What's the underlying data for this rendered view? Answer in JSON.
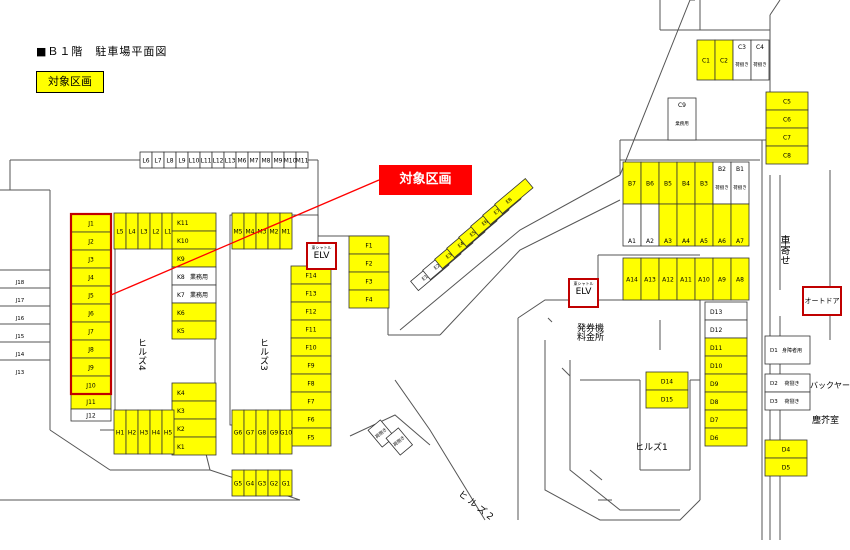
{
  "header": {
    "title": "■Ｂ１階　駐車場平面図",
    "legend_label": "対象区画",
    "callout_label": "対象区画"
  },
  "colors": {
    "target": "#ffff00",
    "callout": "#ff0000",
    "highlight": "#c00000",
    "line": "#333333"
  },
  "labels": {
    "elv_sub": "東シャトル",
    "elv": "ELV",
    "elv2_sub": "東シャトル",
    "elv2": "ELV",
    "auto_door": "オートドア",
    "ticket": "発券機\n料金所",
    "hills4": "ヒルズ4",
    "hills3": "ヒルズ3",
    "hills1": "ヒルズ1",
    "hills2": "ヒ ル ズ 2",
    "kuruma_yose": "車寄せ",
    "back_yard": "バックヤー",
    "kura_shitsu": "塵芥室"
  },
  "spaces": {
    "target": [
      "L5",
      "L4",
      "L3",
      "L2",
      "L1",
      "K11",
      "K10",
      "K9",
      "K6",
      "K5",
      "K4",
      "K3",
      "K2",
      "K1",
      "H1",
      "H2",
      "H3",
      "H4",
      "H5",
      "M5",
      "M4",
      "M3",
      "M2",
      "M1",
      "F14",
      "F13",
      "F12",
      "F11",
      "F10",
      "F9",
      "F8",
      "F7",
      "F6",
      "F5",
      "G6",
      "G7",
      "G8",
      "G9",
      "G10",
      "G5",
      "G4",
      "G3",
      "G2",
      "G1",
      "F1",
      "F2",
      "F3",
      "F4",
      "E3",
      "E4",
      "E5",
      "E6",
      "E7",
      "E8",
      "C1",
      "C2",
      "C5",
      "C6",
      "C7",
      "C8",
      "B7",
      "B6",
      "B5",
      "B4",
      "B3",
      "A3",
      "A4",
      "A5",
      "A6",
      "A7",
      "A14",
      "A13",
      "A12",
      "A11",
      "A10",
      "A9",
      "A8",
      "D14",
      "D15",
      "D11",
      "D10",
      "D9",
      "D8",
      "D7",
      "D6",
      "D4",
      "D5",
      "J1",
      "J2",
      "J3",
      "J4",
      "J5",
      "J6",
      "J7",
      "J8",
      "J9",
      "J10",
      "J11"
    ],
    "other": [
      "L6",
      "L7",
      "L8",
      "L9",
      "L10",
      "L11",
      "L12",
      "L13",
      "M6",
      "M7",
      "M8",
      "M9",
      "M10",
      "M11",
      "K8 業務用",
      "K7 業務用",
      "C3 荷捌き",
      "C4 荷捌き",
      "C9 業務用",
      "B2 荷捌き",
      "B1 荷捌き",
      "A1",
      "A2",
      "E1 荷捌き",
      "E2 荷捌き",
      "D13",
      "D12",
      "D1 身障者用",
      "D2 荷捌き",
      "D3 荷捌き",
      "J12",
      "J13",
      "J14",
      "J15",
      "J16",
      "J17",
      "J18"
    ],
    "highlighted_group": [
      "J1",
      "J2",
      "J3",
      "J4",
      "J5",
      "J6",
      "J7",
      "J8",
      "J9",
      "J10"
    ],
    "nlabels": {
      "J1": "J1",
      "J2": "J2",
      "J3": "J3",
      "J4": "J4",
      "J5": "J5",
      "J6": "J6",
      "J7": "J7",
      "J8": "J8",
      "J9": "J9",
      "J10": "J10",
      "J11": "J11",
      "J12": "J12",
      "J13": "J13",
      "J14": "J14",
      "J15": "J15",
      "J16": "J16",
      "J17": "J17",
      "J18": "J18",
      "K11": "K11",
      "K10": "K10",
      "K9": "K9",
      "K8": "K8",
      "K8t": "業務用",
      "K7": "K7",
      "K7t": "業務用",
      "K6": "K6",
      "K5": "K5",
      "K4": "K4",
      "K3": "K3",
      "K2": "K2",
      "K1": "K1",
      "L5": "L5",
      "L4": "L4",
      "L3": "L3",
      "L2": "L2",
      "L1": "L1",
      "L6": "L6",
      "L7": "L7",
      "L8": "L8",
      "L9": "L9",
      "L10": "L10",
      "L11": "L11",
      "L12": "L12",
      "L13": "L13",
      "M6": "M6",
      "M7": "M7",
      "M8": "M8",
      "M9": "M9",
      "M10": "M10",
      "M11": "M11",
      "M5": "M5",
      "M4": "M4",
      "M3": "M3",
      "M2": "M2",
      "M1": "M1",
      "H1": "H1",
      "H2": "H2",
      "H3": "H3",
      "H4": "H4",
      "H5": "H5",
      "G6": "G6",
      "G7": "G7",
      "G8": "G8",
      "G9": "G9",
      "G10": "G10",
      "G5": "G5",
      "G4": "G4",
      "G3": "G3",
      "G2": "G2",
      "G1": "G1",
      "F14": "F14",
      "F13": "F13",
      "F12": "F12",
      "F11": "F11",
      "F10": "F10",
      "F9": "F9",
      "F8": "F8",
      "F7": "F7",
      "F6": "F6",
      "F5": "F5",
      "F1": "F1",
      "F2": "F2",
      "F3": "F3",
      "F4": "F4",
      "E1": "E1",
      "E2": "E2",
      "E1t": "荷捌き",
      "E2t": "荷捌き",
      "E3": "E3",
      "E4": "E4",
      "E5": "E5",
      "E6": "E6",
      "E7": "E7",
      "E8": "E8",
      "C1": "C1",
      "C2": "C2",
      "C3": "C3",
      "C4": "C4",
      "C3t": "荷捌き",
      "C4t": "荷捌き",
      "C9": "C9",
      "C9t": "業務用",
      "C5": "C5",
      "C6": "C6",
      "C7": "C7",
      "C8": "C8",
      "B7": "B7",
      "B6": "B6",
      "B5": "B5",
      "B4": "B4",
      "B3": "B3",
      "B2": "B2",
      "B1": "B1",
      "B2t": "荷捌き",
      "B1t": "荷捌き",
      "A1": "A1",
      "A2": "A2",
      "A3": "A3",
      "A4": "A4",
      "A5": "A5",
      "A6": "A6",
      "A7": "A7",
      "A14": "A14",
      "A13": "A13",
      "A12": "A12",
      "A11": "A11",
      "A10": "A10",
      "A9": "A9",
      "A8": "A8",
      "D14": "D14",
      "D15": "D15",
      "D13": "D13",
      "D12": "D12",
      "D11": "D11",
      "D10": "D10",
      "D9": "D9",
      "D8": "D8",
      "D7": "D7",
      "D6": "D6",
      "D1": "D1",
      "D1t": "身障者用",
      "D2": "D2",
      "D2t": "荷捌き",
      "D3": "D3",
      "D3t": "荷捌き",
      "D4": "D4",
      "D5": "D5",
      "S1": "荷捌き",
      "S2": "荷捌き"
    }
  }
}
